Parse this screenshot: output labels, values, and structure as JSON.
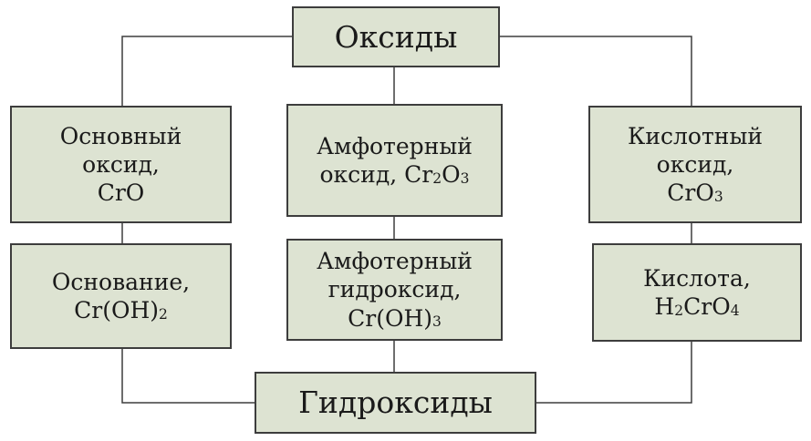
{
  "top": {
    "label": "Оксиды"
  },
  "bottom": {
    "label": "Гидроксиды"
  },
  "oxides": {
    "basic": {
      "line1": "Основный",
      "line2": "оксид,",
      "formula": [
        "CrO",
        ""
      ]
    },
    "amphoteric": {
      "line1": "Амфотерный",
      "line2": "оксид, ",
      "formula": [
        "Cr",
        "2",
        "O",
        "3"
      ]
    },
    "acidic": {
      "line1": "Кислотный",
      "line2": "оксид,",
      "formula": [
        "CrO",
        "3"
      ]
    }
  },
  "hydroxides": {
    "basic": {
      "line1": "Основание,",
      "formula": [
        "Cr(OH)",
        "2"
      ]
    },
    "amphoteric": {
      "line1": "Амфотерный",
      "line2": "гидроксид,",
      "formula": [
        "Cr(OH)",
        "3"
      ]
    },
    "acidic": {
      "line1": "Кислота,",
      "formula": [
        "H",
        "2",
        "CrO",
        "4"
      ]
    }
  }
}
